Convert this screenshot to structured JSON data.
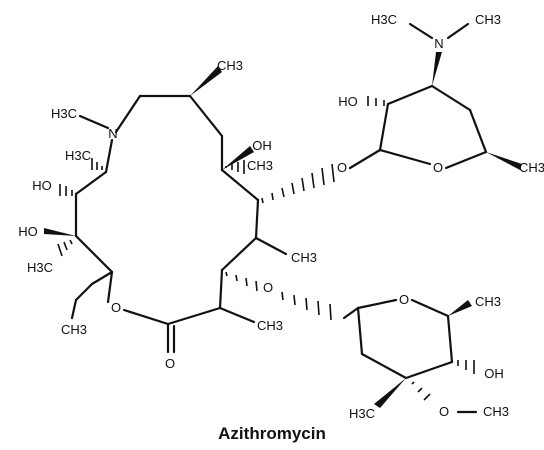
{
  "caption": "Azithromycin",
  "labels": {
    "h3c_nme2_left": "H3C",
    "ch3_nme2_right": "CH3",
    "n_desosamine": "N",
    "ho_desosamine": "HO",
    "o_desosamine_ring": "O",
    "ch3_desosamine": "CH3",
    "o_desosamine_link": "O",
    "ch3_top": "CH3",
    "h3c_n_methyl": "H3C",
    "n_ring": "N",
    "oh_c6": "OH",
    "ch3_c6": "CH3",
    "h3c_c10": "H3C",
    "ho_c11": "HO",
    "ho_c12": "HO",
    "h3c_c12": "H3C",
    "ch3_ethyl": "CH3",
    "o_lactone": "O",
    "o_carbonyl": "O",
    "ch3_c4": "CH3",
    "ch3_c2": "CH3",
    "o_cladinose_link": "O",
    "o_cladinose_ring": "O",
    "ch3_cladinose": "CH3",
    "oh_cladinose": "OH",
    "h3c_cladinose": "H3C",
    "o_methoxy": "O",
    "ch3_methoxy": "CH3"
  }
}
